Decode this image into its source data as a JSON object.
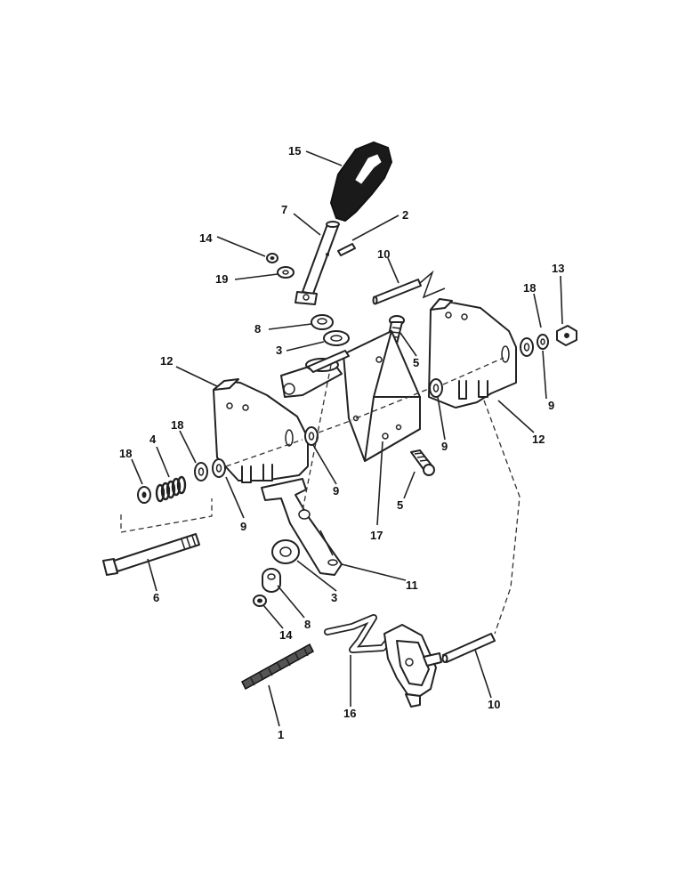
{
  "labels": {
    "l15": "15",
    "l7": "7",
    "l2": "2",
    "l14a": "14",
    "l19": "19",
    "l10a": "10",
    "l18a": "18",
    "l13": "13",
    "l8a": "8",
    "l3a": "3",
    "l5a": "5",
    "l12a": "12",
    "l9a": "9",
    "l12b": "12",
    "l18b": "18",
    "l4": "4",
    "l18c": "18",
    "l9b": "9",
    "l9c": "9",
    "l17": "17",
    "l5b": "5",
    "l9d": "9",
    "l6": "6",
    "l11": "11",
    "l3b": "3",
    "l8b": "8",
    "l14b": "14",
    "l1": "1",
    "l16": "16",
    "l10b": "10"
  }
}
